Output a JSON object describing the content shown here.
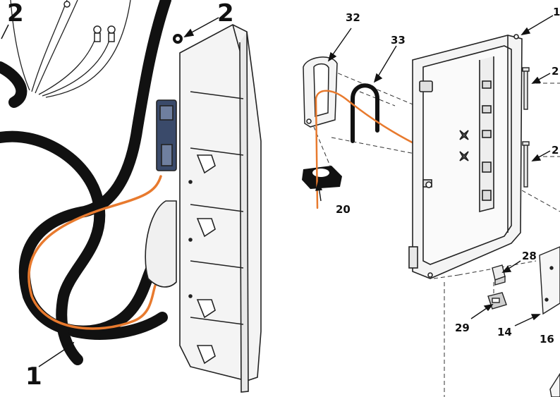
{
  "callouts": {
    "left_1": "1",
    "left_2_top": "2",
    "left_2_mid": "2",
    "right_1": "1",
    "right_2_upper": "2",
    "right_2_lower": "2",
    "c32": "32",
    "c33": "33",
    "c20": "20",
    "c28": "28",
    "c29": "29",
    "c14": "14",
    "c16": "16"
  },
  "colors": {
    "harness": "#111111",
    "wire": "#e87a2e",
    "line": "#222222",
    "housing_fill": "#f4f4f4"
  }
}
